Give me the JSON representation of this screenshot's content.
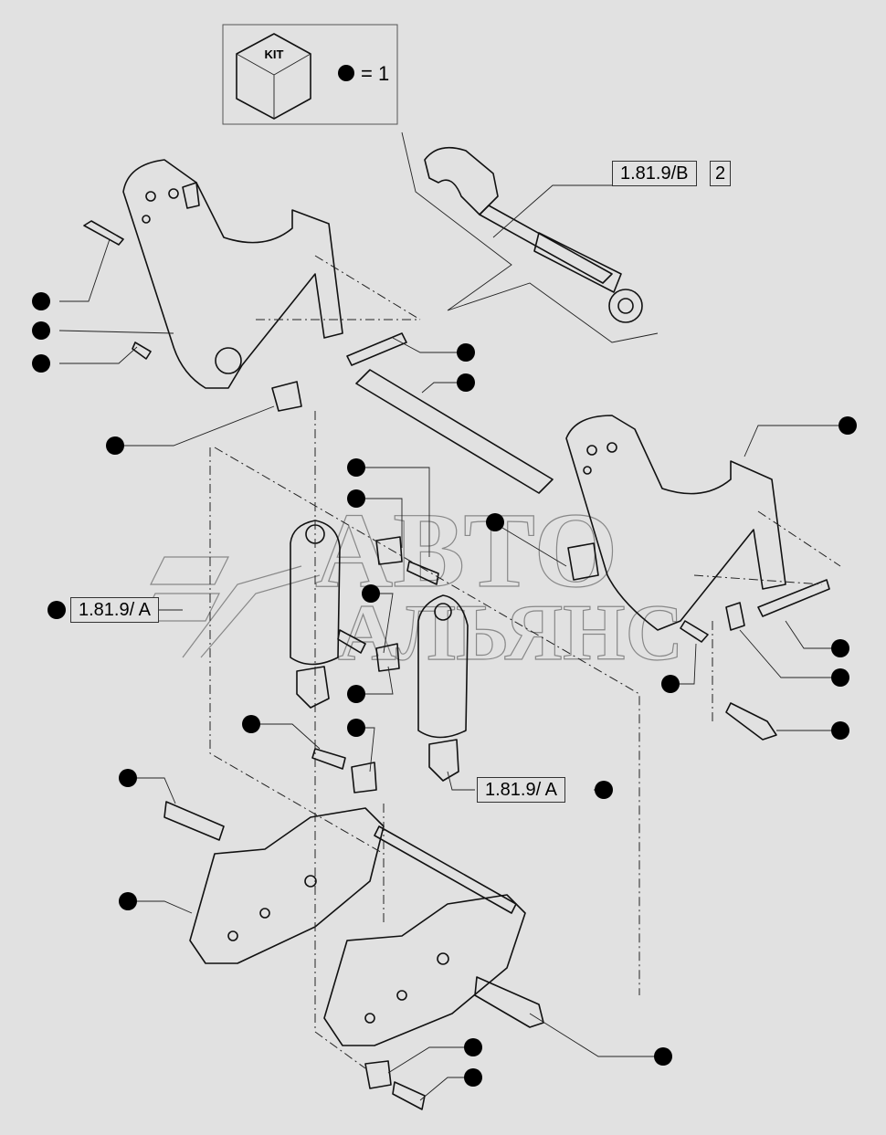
{
  "legend": {
    "kit_label": "KIT",
    "equals_text": "= 1"
  },
  "refs": {
    "top_link": {
      "code": "1.81.9/B",
      "qty": "2"
    },
    "left_cylinder": {
      "code": "1.81.9/ A"
    },
    "right_cylinder": {
      "code": "1.81.9/ A"
    }
  },
  "watermark": {
    "line1": "АВТО",
    "line2": "АЛЬЯНС"
  }
}
